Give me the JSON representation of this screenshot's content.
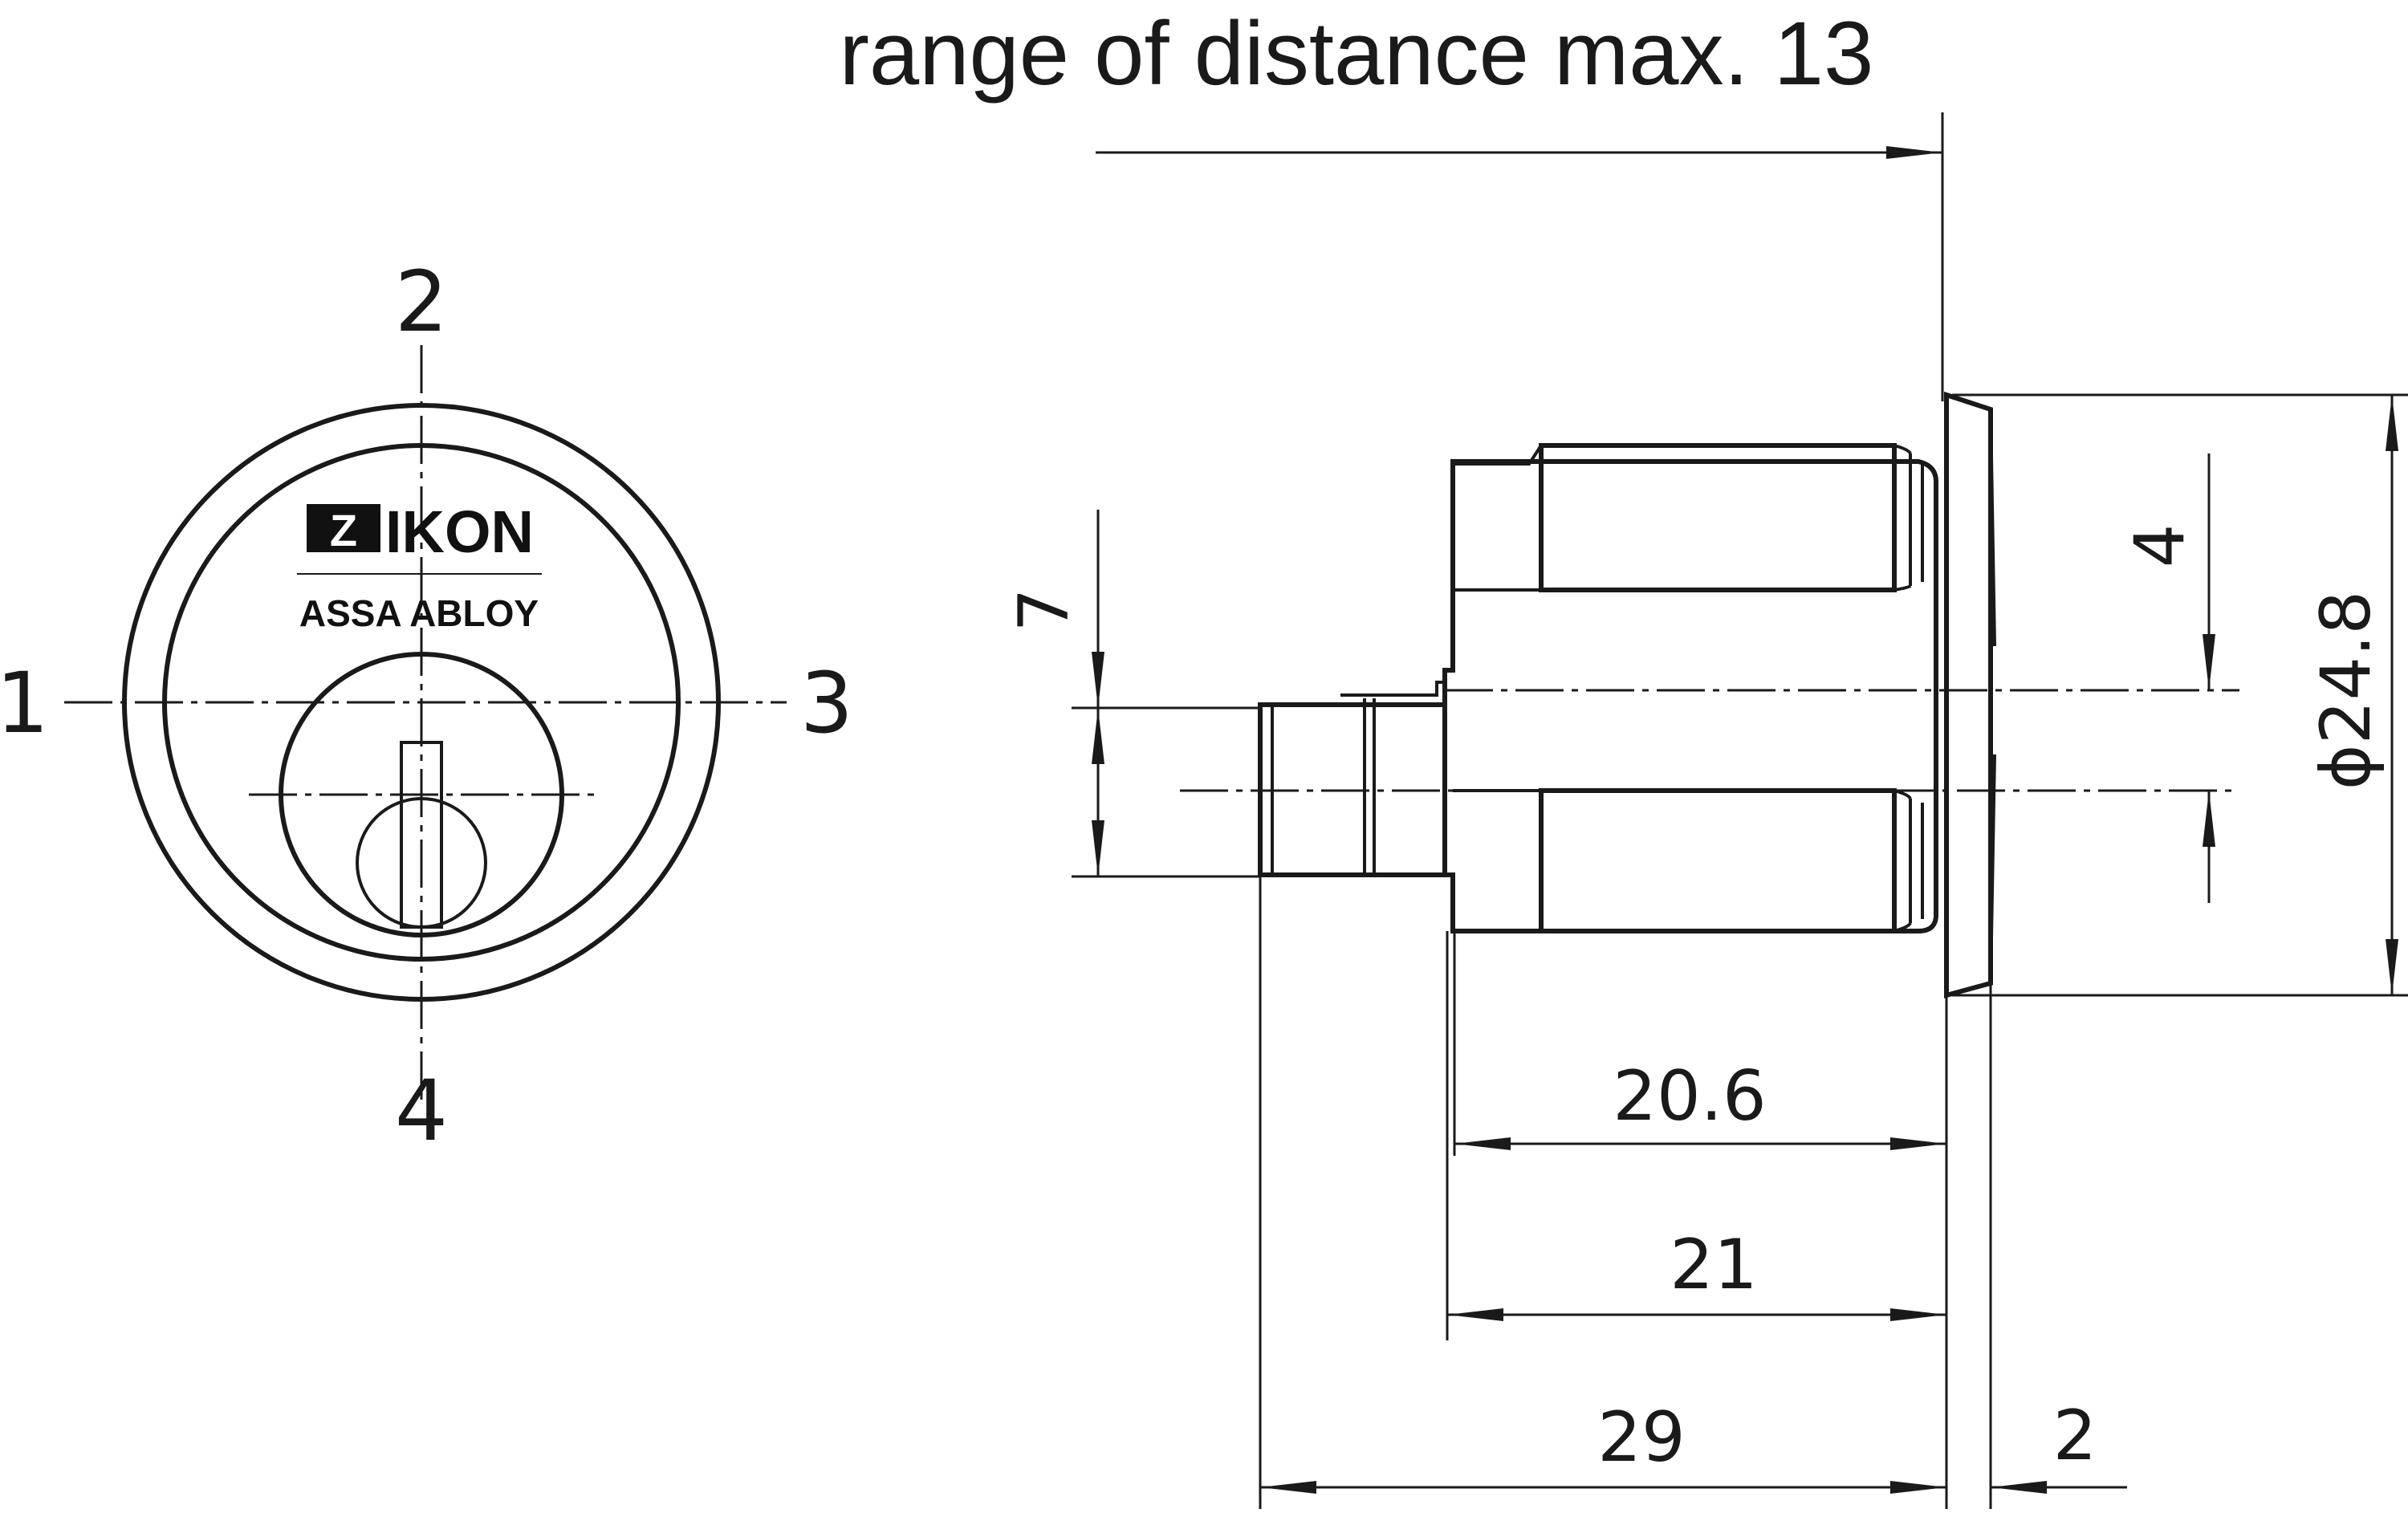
{
  "title": "range of distance max. 13",
  "front_view": {
    "positions": [
      "1",
      "2",
      "3",
      "4"
    ],
    "logo": {
      "brand": "IKON",
      "sub": "ASSA ABLOY",
      "mark": "Z"
    }
  },
  "dimensions": {
    "d_20_6": "20.6",
    "d_21": "21",
    "d_29": "29",
    "d_2": "2",
    "d_7": "7",
    "d_4": "4",
    "d_dia": "ϕ24.8"
  }
}
